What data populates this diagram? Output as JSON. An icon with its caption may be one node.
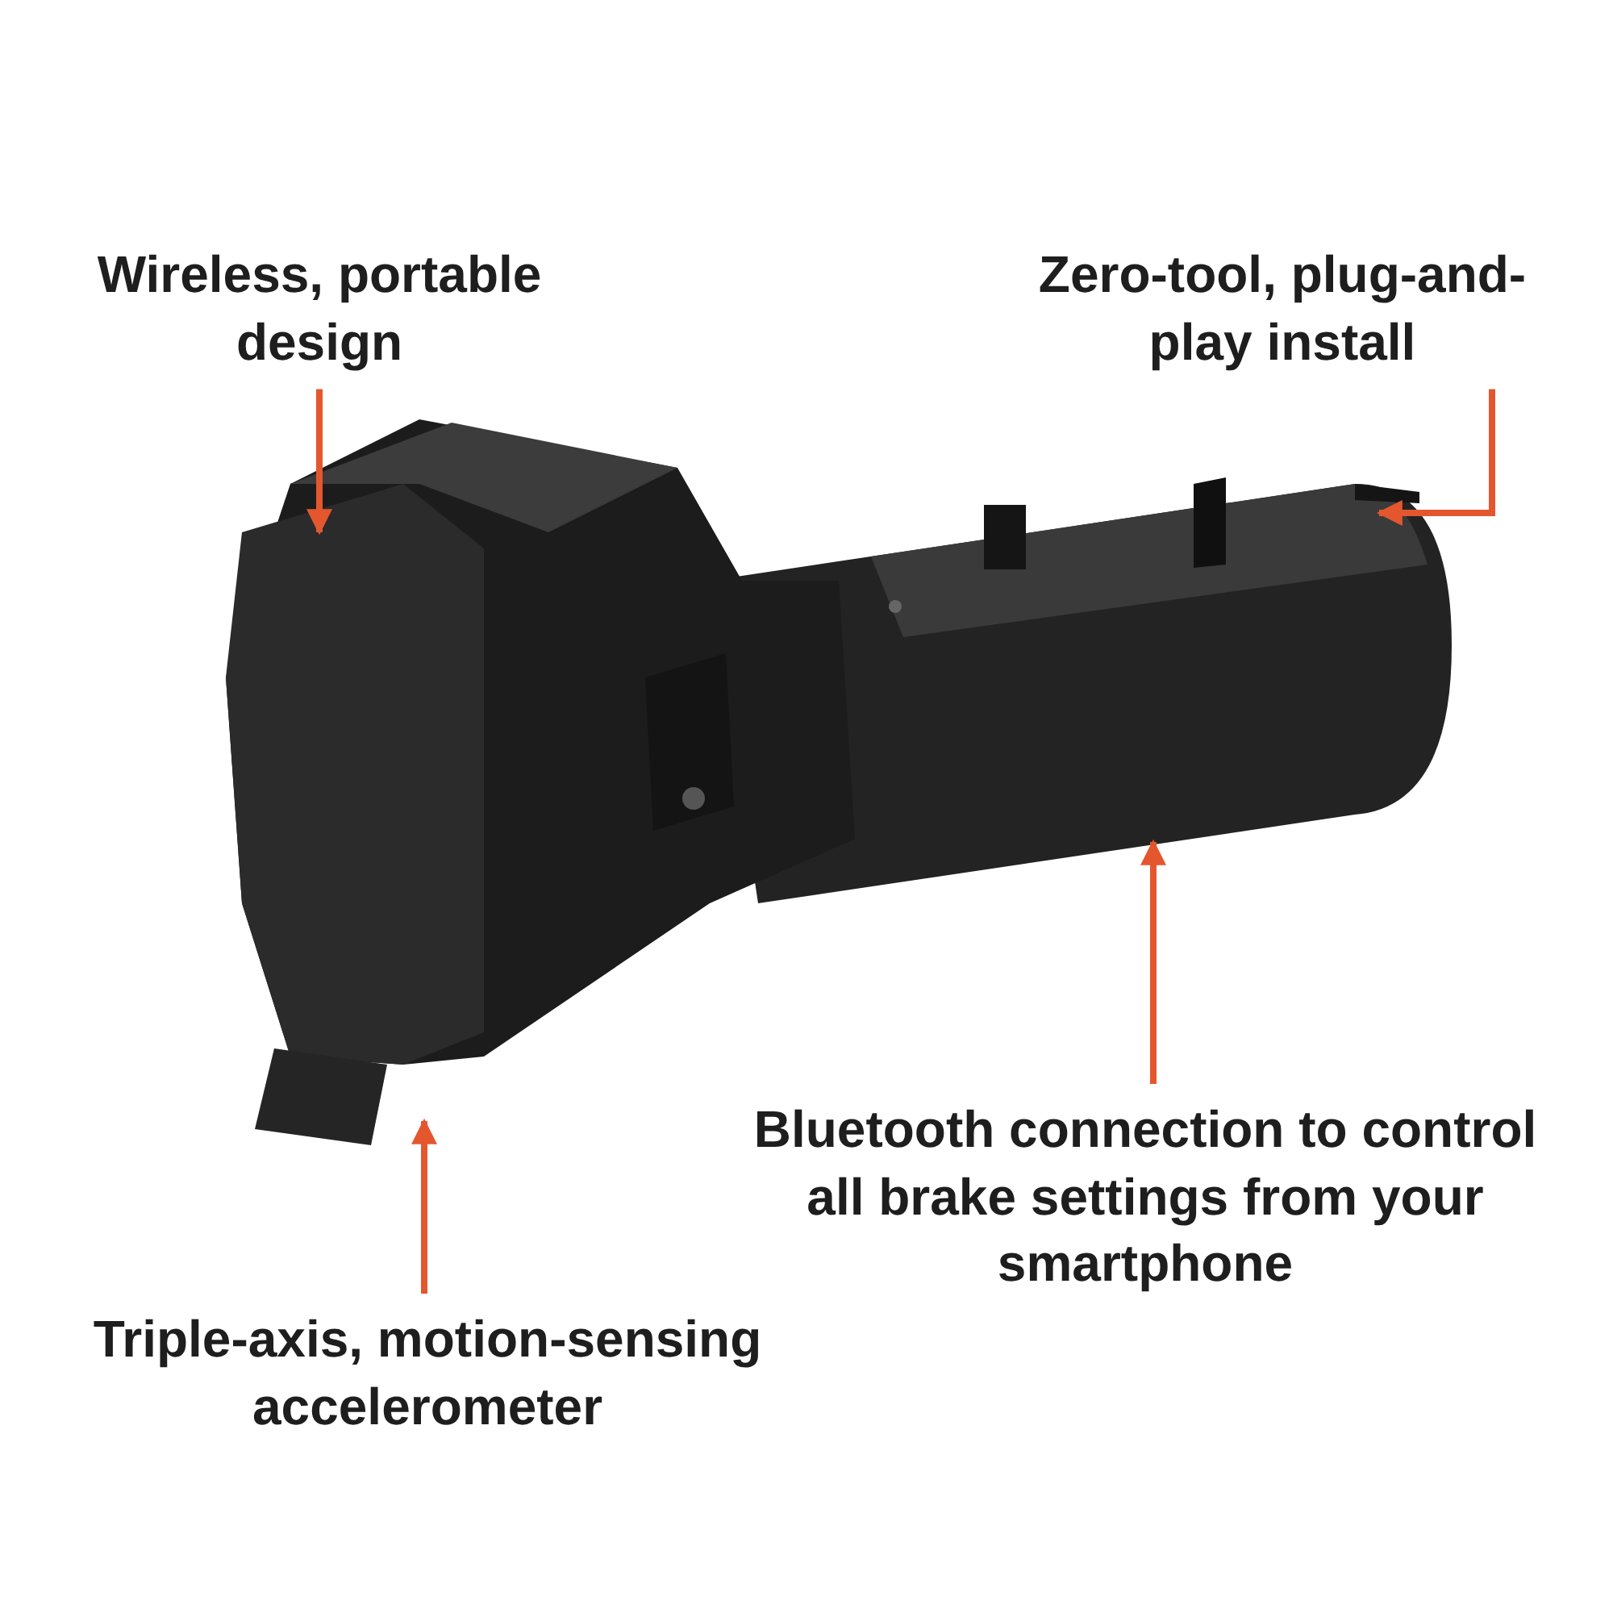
{
  "diagram": {
    "nodes": [
      {
        "text": [
          "Wireless, portable design"
        ]
      },
      {
        "text": [
          "Zero-tool, plug-and-play install"
        ]
      },
      {
        "text": [
          "Bluetooth connection to control all brake settings from your smartphone"
        ]
      },
      {
        "text": [
          "Triple-axis, motion-sensing accelerometer"
        ]
      }
    ],
    "edges": [
      {
        "from": 0,
        "to": null,
        "arrow": "to"
      },
      {
        "from": 1,
        "to": null,
        "arrow": "to"
      },
      {
        "from": 2,
        "to": null,
        "arrow": "to"
      },
      {
        "from": 3,
        "to": null,
        "arrow": "to"
      }
    ]
  }
}
